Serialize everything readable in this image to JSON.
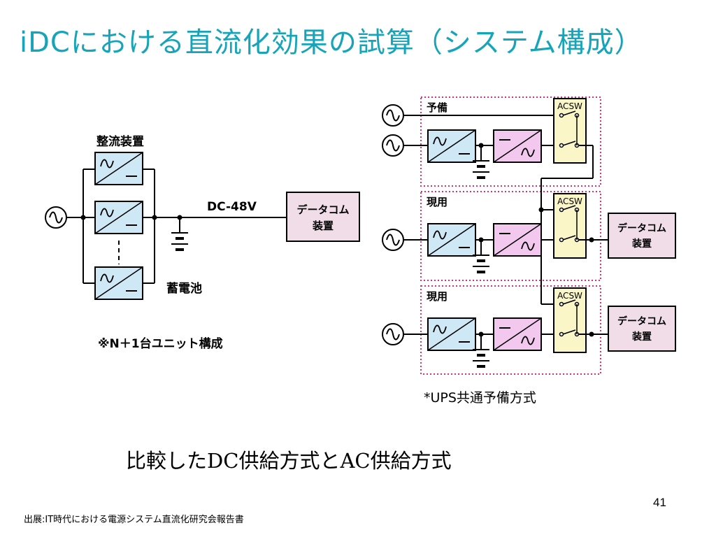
{
  "title": "iDCにおける直流化効果の試算（システム構成）",
  "left": {
    "rectifier_label": "整流装置",
    "dc_label": "DC-48V",
    "load_line1": "データコム",
    "load_line2": "装置",
    "battery_label": "蓄電池",
    "unit_note": "※N＋1台ユニット構成"
  },
  "right": {
    "group1_label": "予備",
    "group2_label": "現用",
    "group3_label": "現用",
    "acsw_label": "ACSW",
    "load_line1": "データコム",
    "load_line2": "装置",
    "caption": "*UPS共通予備方式"
  },
  "subcaption": "比較したDC供給方式とAC供給方式",
  "source": "出展:IT時代における電源システム直流化研究会報告書",
  "page_number": "41",
  "colors": {
    "title": "#17a4b9",
    "rectifier_fill": "#cfe8f6",
    "inverter_fill": "#f2c8ee",
    "acsw_fill": "#fbf6c8",
    "load_fill": "#f0dde8",
    "group_border": "#d6307a"
  }
}
